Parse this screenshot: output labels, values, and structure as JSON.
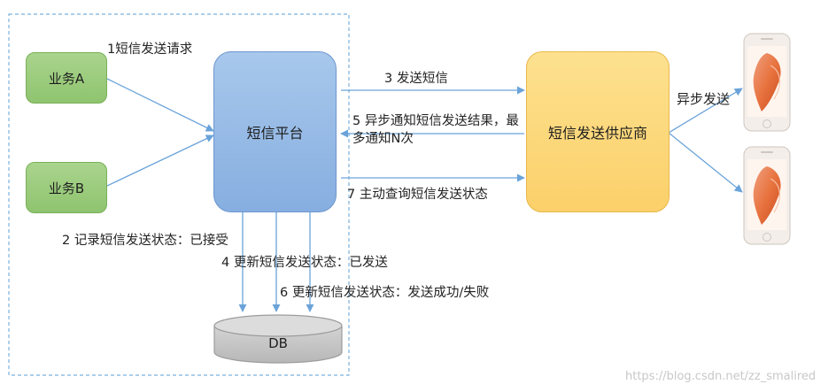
{
  "nodes": {
    "biz_a": "业务A",
    "biz_b": "业务B",
    "platform": "短信平台",
    "supplier": "短信发送供应商",
    "db": "DB"
  },
  "labels": {
    "step1": "1短信发送请求",
    "step2": "2 记录短信发送状态：已接受",
    "step3": "3 发送短信",
    "step4": "4 更新短信发送状态：已发送",
    "step5": "5 异步通知短信发送结果，最多通知N次",
    "step6": "6 更新短信发送状态：发送成功/失败",
    "step7": "7 主动查询短信发送状态",
    "async_send": "异步发送"
  },
  "watermark": "https://blog.csdn.net/zz_smalired",
  "colors": {
    "arrow": "#6aa3d9",
    "business": "#9acb7c",
    "platform": "#95b9e6",
    "supplier": "#fdd87a",
    "db": "#c8c8c8",
    "frame": "#7bb0dc"
  }
}
